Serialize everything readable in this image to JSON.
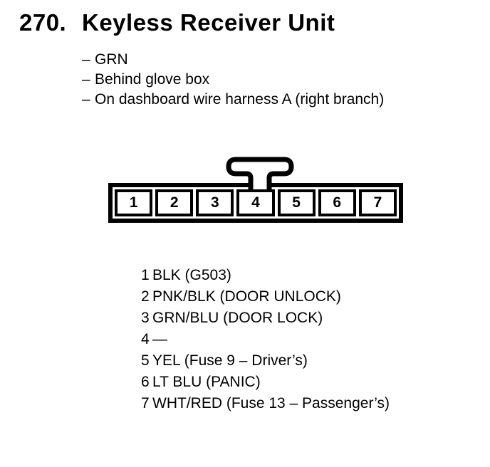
{
  "header": {
    "number": "270.",
    "title": "Keyless Receiver Unit",
    "bullet_dash": "–",
    "bullets": [
      "GRN",
      "Behind glove box",
      "On dashboard wire harness A (right branch)"
    ]
  },
  "connector": {
    "pins": [
      "1",
      "2",
      "3",
      "4",
      "5",
      "6",
      "7"
    ]
  },
  "pin_list": [
    {
      "pin": "1",
      "desc": "BLK (G503)"
    },
    {
      "pin": "2",
      "desc": "PNK/BLK (DOOR UNLOCK)"
    },
    {
      "pin": "3",
      "desc": "GRN/BLU (DOOR LOCK)"
    },
    {
      "pin": "4",
      "desc": "—"
    },
    {
      "pin": "5",
      "desc": "YEL (Fuse 9 – Driver’s)"
    },
    {
      "pin": "6",
      "desc": "LT BLU (PANIC)"
    },
    {
      "pin": "7",
      "desc": "WHT/RED (Fuse 13 – Passenger’s)"
    }
  ],
  "colors": {
    "ink": "#000000",
    "paper": "#ffffff"
  }
}
